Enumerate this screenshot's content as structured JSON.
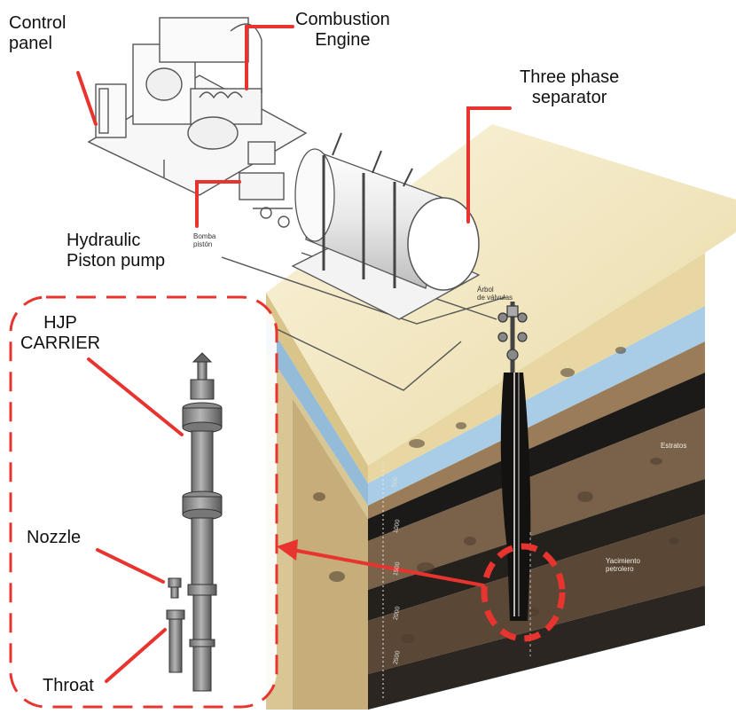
{
  "labels": {
    "control_panel": "Control\npanel",
    "combustion_engine": "Combustion\nEngine",
    "three_phase_separator": "Three phase\nseparator",
    "hydraulic_piston_pump": "Hydraulic\nPiston pump",
    "hjp_carrier": "HJP\nCARRIER",
    "nozzle": "Nozzle",
    "throat": "Throat"
  },
  "small_labels": {
    "bomba": "Bomba\npistón",
    "arbol": "Árbol\nde válvulas",
    "estratos": "Estratos",
    "yacimiento": "Yacimiento\npetrolero"
  },
  "depth_marks": [
    "500",
    "1000",
    "1500",
    "2000",
    "2500"
  ],
  "colors": {
    "callout": "#e8342f",
    "sand": "#efe2b4",
    "water": "#a9cde6",
    "dark_layer": "#1c1a18",
    "brown_layer": "#7a6149",
    "mid_layer": "#5a4735"
  }
}
